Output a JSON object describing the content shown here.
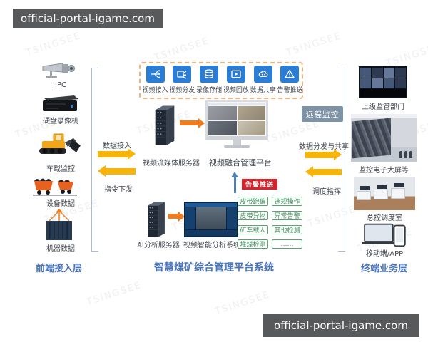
{
  "banners": {
    "top": "official-portal-igame.com",
    "bottom": "official-portal-igame.com"
  },
  "watermark": {
    "brand": "TSINGSEE"
  },
  "front_layer": {
    "label": "前端接入层",
    "items": [
      {
        "label": "IPC"
      },
      {
        "label": "硬盘录像机"
      },
      {
        "label": "车载监控"
      },
      {
        "label": "设备数据"
      },
      {
        "label": "机器数据"
      }
    ]
  },
  "left_flow": {
    "inbound": "数据接入",
    "outbound": "指令下发"
  },
  "platform": {
    "label": "智慧煤矿综合管理平台系统",
    "capabilities": [
      {
        "label": "视频接入"
      },
      {
        "label": "视频分发"
      },
      {
        "label": "录像存储"
      },
      {
        "label": "视频回放"
      },
      {
        "label": "数据共享"
      },
      {
        "label": "告警推送"
      }
    ],
    "media_server_label": "视频流媒体服务器",
    "fusion_platform_label": "视频融合管理平台",
    "remote_monitor_badge": "远程监控",
    "alarm_push_badge": "告警推送",
    "ai_server_label": "AI分析服务器",
    "analysis_system_label": "视频智能分析系统",
    "detections": [
      {
        "label": "皮带跑偏"
      },
      {
        "label": "违规操作"
      },
      {
        "label": "皮带异物"
      },
      {
        "label": "异常告警"
      },
      {
        "label": "矿车载人"
      },
      {
        "label": "其他检测"
      },
      {
        "label": "堆煤检测"
      },
      {
        "label": "……"
      }
    ]
  },
  "right_flow": {
    "outbound": "数据分发与共享",
    "inbound": "调度指挥"
  },
  "terminal_layer": {
    "label": "终端业务层",
    "items": [
      {
        "label": "上级监管部门"
      },
      {
        "label": "监控电子大屏等"
      },
      {
        "label": "总控调度室"
      },
      {
        "label": "移动端/APP"
      }
    ]
  },
  "colors": {
    "arrow_yellow": "#f7b50c",
    "arrow_orange": "#f07c1e",
    "tile_blue": "#2b7cd5",
    "badge_red": "#d8222b",
    "badge_slate": "#7f93a6",
    "detect_green": "#4f9d68",
    "layer_label_blue": "#4a74b8",
    "banner_gray": "#58595b"
  }
}
